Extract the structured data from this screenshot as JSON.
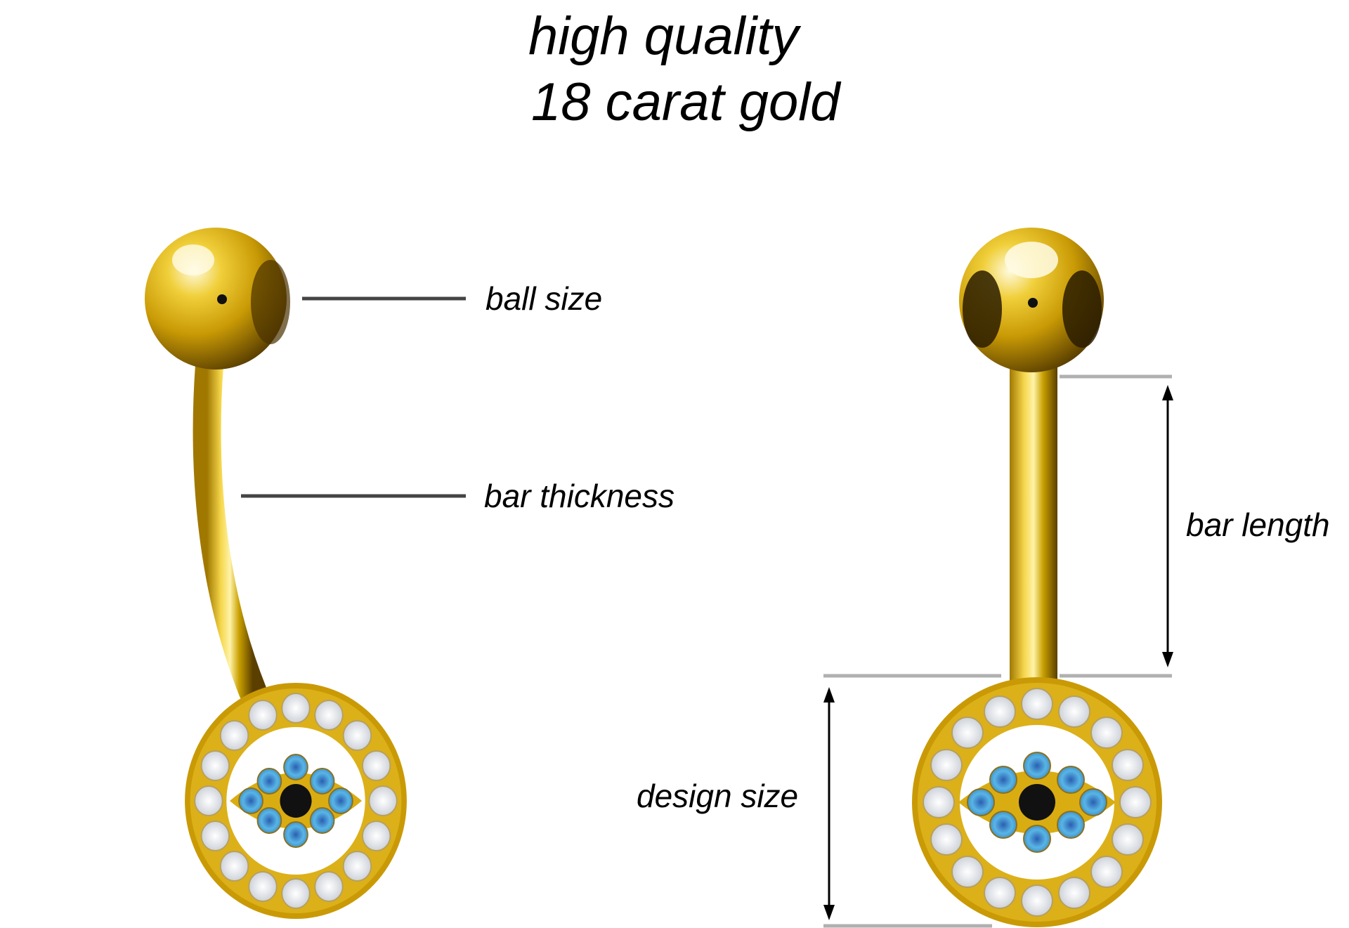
{
  "title": {
    "line1": "high quality",
    "line2": "18 carat gold"
  },
  "labels": {
    "ball_size": "ball size",
    "bar_thickness": "bar thickness",
    "bar_length": "bar length",
    "design_size": "design size"
  },
  "colors": {
    "gold": "#d4a90f",
    "gold_dark": "#7a5a00",
    "gold_light": "#fff4b0",
    "crystal_clear": "#e6e9ee",
    "crystal_blue": "#4aa3d8",
    "crystal_black": "#111111",
    "leader_line": "#444444",
    "dimension_line": "#b0b0b0"
  }
}
